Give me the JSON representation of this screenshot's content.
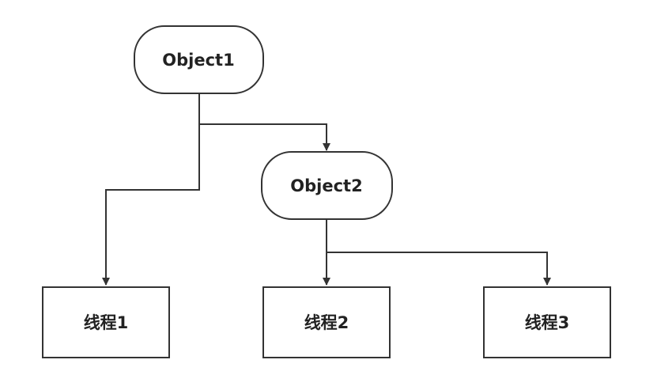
{
  "nodes": {
    "object1": {
      "label": "Object1",
      "shape": "rounded"
    },
    "object2": {
      "label": "Object2",
      "shape": "rounded"
    },
    "thread1": {
      "label": "线程1",
      "shape": "rectangle"
    },
    "thread2": {
      "label": "线程2",
      "shape": "rectangle"
    },
    "thread3": {
      "label": "线程3",
      "shape": "rectangle"
    }
  },
  "edges": [
    {
      "from": "object1",
      "to": "object2"
    },
    {
      "from": "object1",
      "to": "thread1"
    },
    {
      "from": "object2",
      "to": "thread2"
    },
    {
      "from": "object2",
      "to": "thread3"
    }
  ],
  "colors": {
    "stroke": "#333333",
    "text": "#222222",
    "background": "#ffffff"
  }
}
